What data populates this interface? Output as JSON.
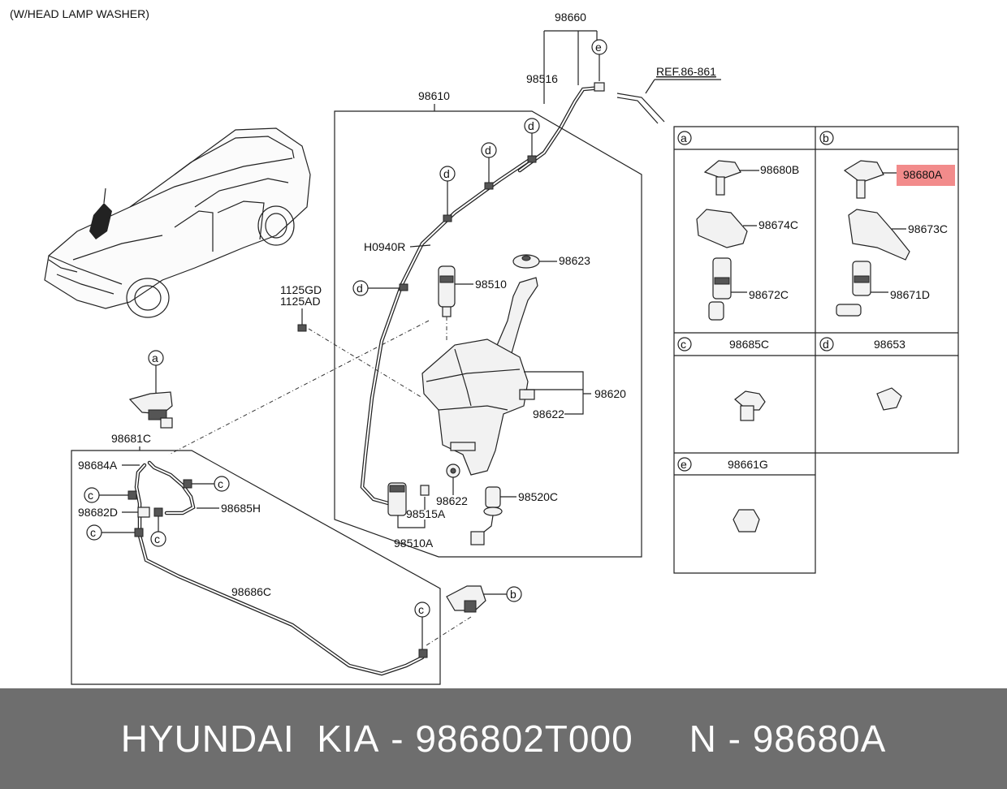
{
  "header_note": "(W/HEAD LAMP WASHER)",
  "ref": "REF.86-861",
  "labels": {
    "p98660": "98660",
    "p98516": "98516",
    "p98610": "98610",
    "h0940r": "H0940R",
    "p1125gd": "1125GD",
    "p1125ad": "1125AD",
    "p98510": "98510",
    "p98623": "98623",
    "p98620": "98620",
    "p98622a": "98622",
    "p98622b": "98622",
    "p98520c": "98520C",
    "p98515a": "98515A",
    "p98510a": "98510A",
    "p98681c": "98681C",
    "p98684a": "98684A",
    "p98682d": "98682D",
    "p98685h": "98685H",
    "p98686c": "98686C"
  },
  "callouts": {
    "a": "a",
    "b": "b",
    "c": "c",
    "d": "d",
    "e": "e"
  },
  "table": {
    "a_header": "a",
    "b_header": "b",
    "a_parts": [
      "98680B",
      "98674C",
      "98672C"
    ],
    "b_parts": [
      "98680A",
      "98673C",
      "98671D"
    ],
    "c_header": "c",
    "c_part": "98685C",
    "d_header": "d",
    "d_part": "98653",
    "e_header": "e",
    "e_part": "98661G"
  },
  "highlight_color": "#f28b8b",
  "footer": {
    "brand": "HYUNDAI  KIA",
    "sep1": " - ",
    "part_number": "986802T000",
    "gap": "     ",
    "n_prefix": "N",
    "sep2": " - ",
    "n_code": "98680A"
  }
}
